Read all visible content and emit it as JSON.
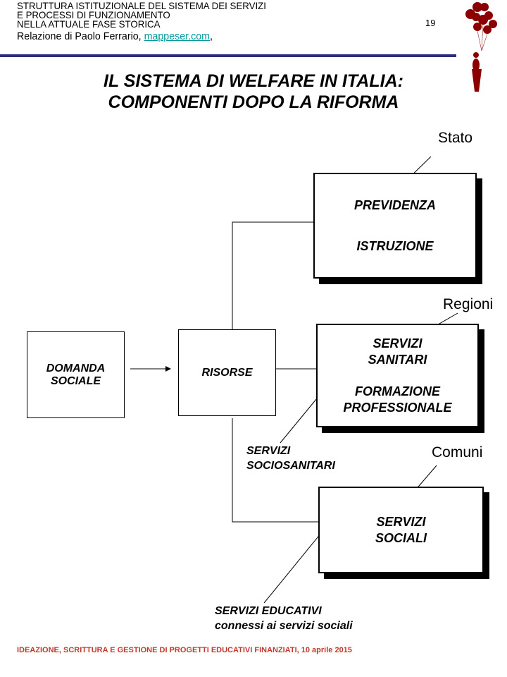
{
  "header": {
    "line1": "STRUTTURA ISTITUZIONALE  DEL SISTEMA DEI SERVIZI",
    "line2": "E PROCESSI DI FUNZIONAMENTO",
    "line3": "NELLA ATTUALE  FASE STORICA",
    "author": "Relazione di Paolo Ferrario, ",
    "link": "mappeser.com",
    "after_link": ",",
    "page_number": "19"
  },
  "title": {
    "line1": "IL  SISTEMA  DI  WELFARE IN ITALIA:",
    "line2": "COMPONENTI  DOPO LA RIFORMA"
  },
  "diagram": {
    "domanda": {
      "l1": "DOMANDA",
      "l2": "SOCIALE"
    },
    "risorse": "RISORSE",
    "stato": {
      "label": "Stato",
      "l1": "PREVIDENZA",
      "l2": "ISTRUZIONE"
    },
    "regioni": {
      "label": "Regioni",
      "l1": "SERVIZI",
      "l2": "SANITARI",
      "l3": "FORMAZIONE",
      "l4": "PROFESSIONALE"
    },
    "comuni": {
      "label": "Comuni",
      "l1": "SERVIZI",
      "l2": "SOCIALI"
    },
    "sociosanitari": {
      "l1": "SERVIZI",
      "l2": "SOCIOSANITARI"
    },
    "educativi": {
      "l1": "SERVIZI EDUCATIVI",
      "l2": "connessi ai servizi sociali"
    }
  },
  "footer": "IDEAZIONE,  SCRITTURA  E GESTIONE  DI  PROGETTI  EDUCATIVI  FINANZIATI,  10 aprile 2015",
  "colors": {
    "rule": "#2b2f7a",
    "link": "#009999",
    "footer": "#c0392b",
    "logo": "#8b0000"
  }
}
